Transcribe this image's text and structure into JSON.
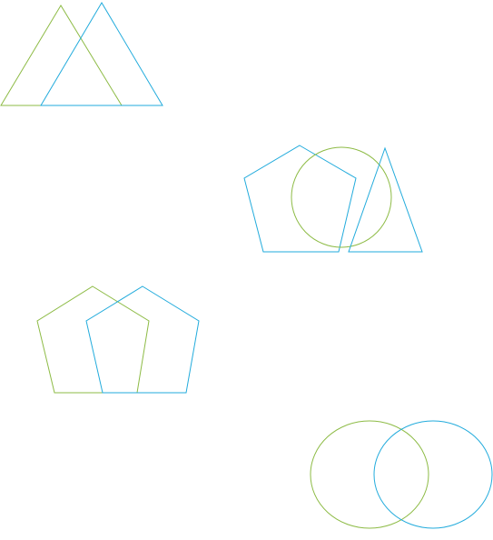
{
  "colors": {
    "green": "#8dbb45",
    "blue": "#22abdc",
    "background": "#ffffff"
  },
  "shapes": [
    {
      "name": "green-triangle-top-left",
      "kind": "triangle",
      "color": "green"
    },
    {
      "name": "blue-triangle-top-left",
      "kind": "triangle",
      "color": "blue"
    },
    {
      "name": "blue-pentagon-middle",
      "kind": "pentagon",
      "color": "blue"
    },
    {
      "name": "green-circle-middle",
      "kind": "circle",
      "color": "green"
    },
    {
      "name": "blue-triangle-middle-right",
      "kind": "triangle",
      "color": "blue"
    },
    {
      "name": "green-pentagon-lower-left",
      "kind": "pentagon",
      "color": "green"
    },
    {
      "name": "blue-pentagon-lower-left",
      "kind": "pentagon",
      "color": "blue"
    },
    {
      "name": "green-circle-bottom",
      "kind": "circle",
      "color": "green"
    },
    {
      "name": "blue-circle-bottom-right",
      "kind": "circle",
      "color": "blue"
    }
  ]
}
